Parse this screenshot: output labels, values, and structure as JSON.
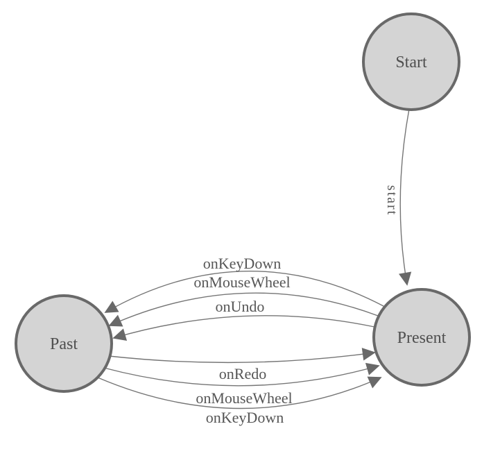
{
  "diagram": {
    "colors": {
      "background": "#ffffff",
      "node_fill": "#d4d4d4",
      "node_border": "#696969",
      "edge_line": "#757575",
      "arrowhead": "#696969",
      "node_text": "#4f4f4f",
      "edge_text": "#565656"
    },
    "nodes": [
      {
        "id": "start",
        "label": "Start"
      },
      {
        "id": "past",
        "label": "Past"
      },
      {
        "id": "present",
        "label": "Present"
      }
    ],
    "edges": [
      {
        "label": "start",
        "from": "Start",
        "to": "Present"
      },
      {
        "label": "onKeyDown",
        "from": "Present",
        "to": "Past"
      },
      {
        "label": "onMouseWheel",
        "from": "Present",
        "to": "Past"
      },
      {
        "label": "onUndo",
        "from": "Present",
        "to": "Past"
      },
      {
        "label": "onRedo",
        "from": "Past",
        "to": "Present"
      },
      {
        "label": "onMouseWheel",
        "from": "Past",
        "to": "Present"
      },
      {
        "label": "onKeyDown",
        "from": "Past",
        "to": "Present"
      }
    ]
  }
}
